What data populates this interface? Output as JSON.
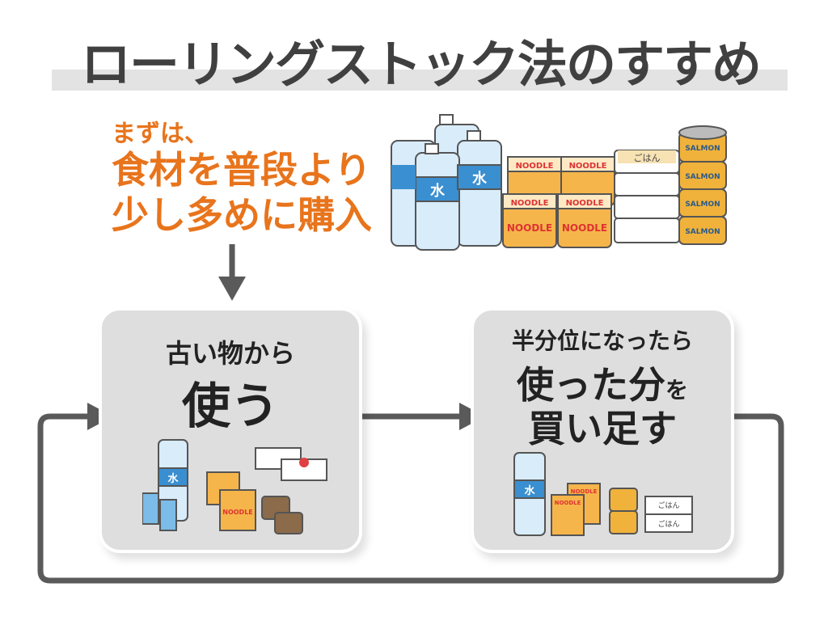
{
  "title": "ローリングストック法のすすめ",
  "intro": {
    "lead": "まずは、",
    "line1": "食材を普段より",
    "line2": "少し多めに購入"
  },
  "step1": {
    "line1": "古い物から",
    "line2": "使う"
  },
  "step2": {
    "line1": "半分位になったら",
    "line2_main": "使った分",
    "line2_small": "を",
    "line3": "買い足す"
  },
  "labels": {
    "water": "水",
    "noodle": "NOODLE",
    "rice": "ごはん",
    "salmon": "SALMON"
  },
  "colors": {
    "accent_orange": "#e8741c",
    "arrow_gray": "#5a5a5a",
    "box_gray": "#dedede",
    "title_gray": "#404040",
    "water_blue": "#3a8fd0"
  }
}
